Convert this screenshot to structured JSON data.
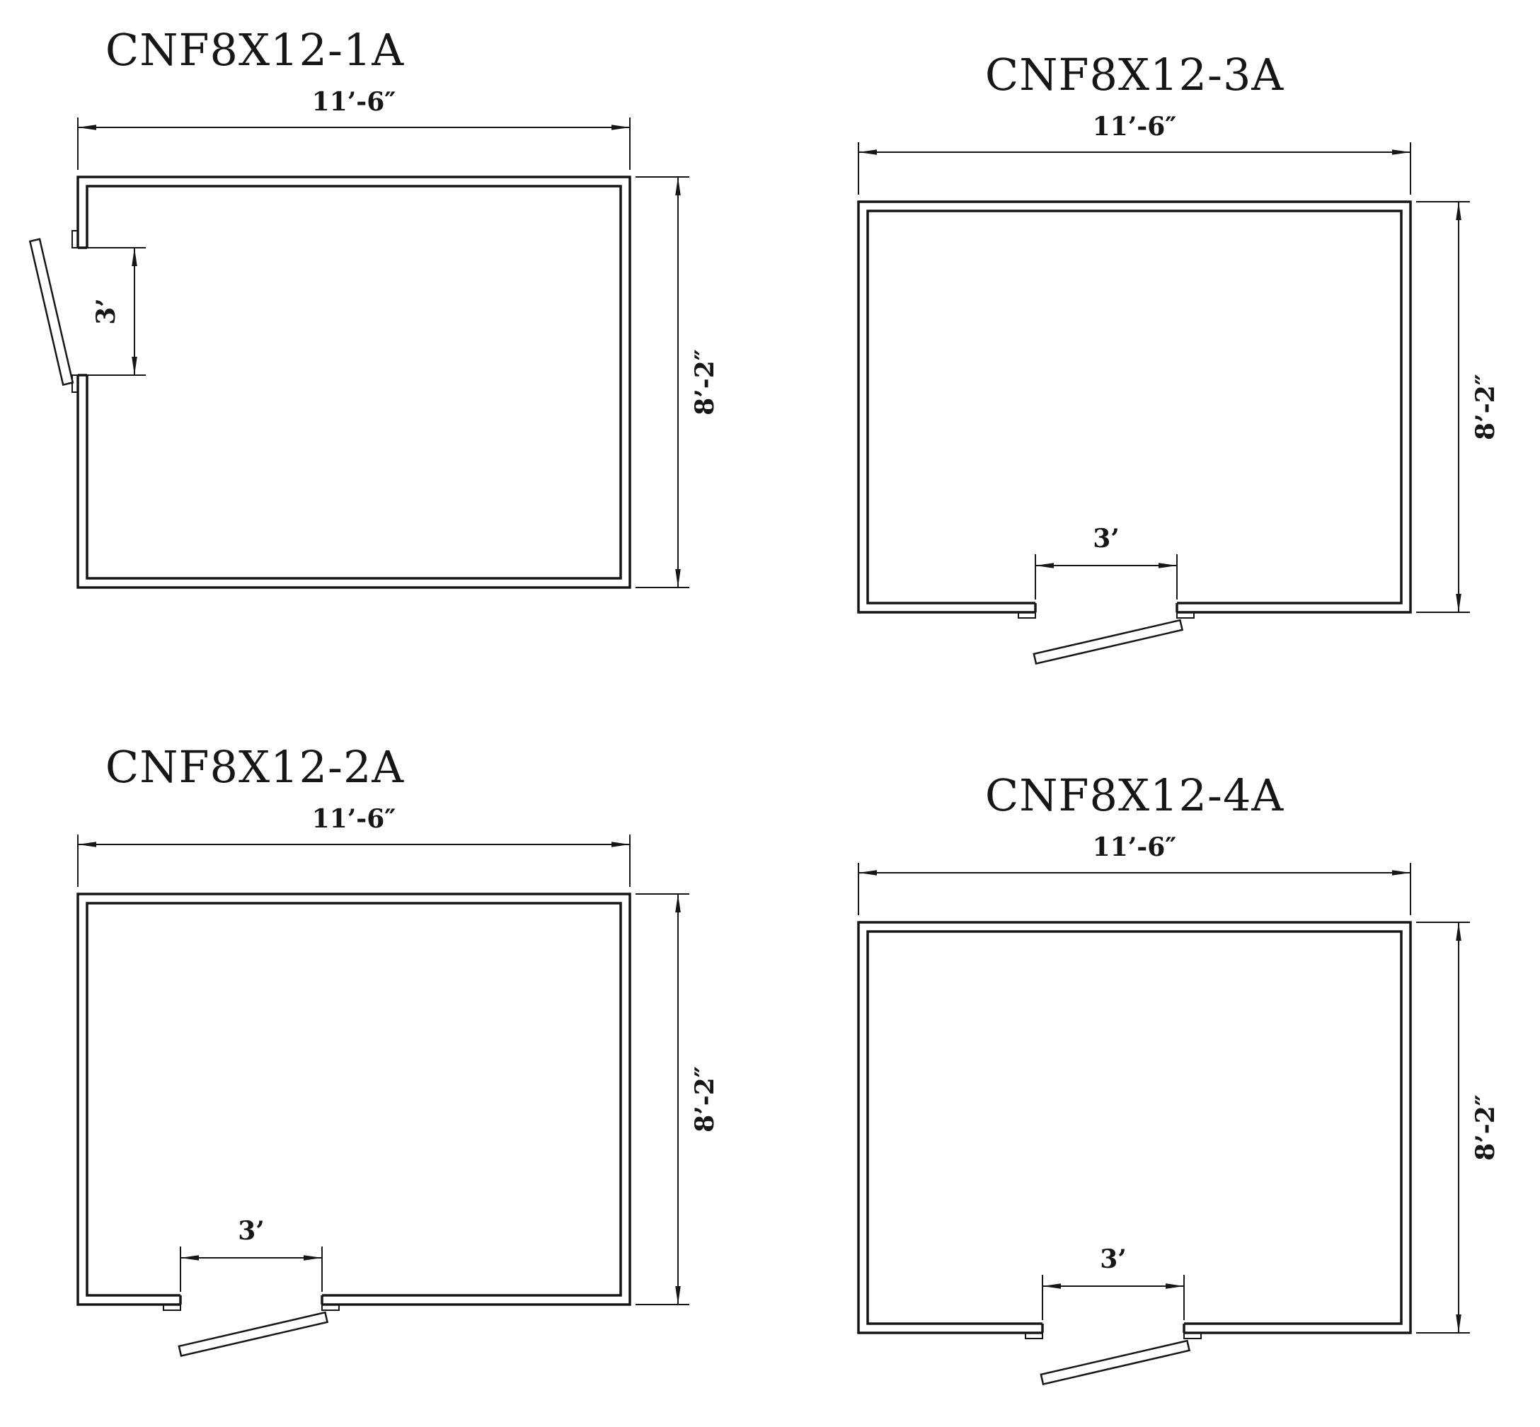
{
  "diagram": {
    "type": "walk-in cooler floor plans",
    "line_color": "#161616",
    "background": "#ffffff"
  },
  "plans": [
    {
      "title": "CNF8X12-1A",
      "width_dim": "11’-6″",
      "height_dim": "8’-2″",
      "door_dim": "3’",
      "door_side": "left"
    },
    {
      "title": "CNF8X12-3A",
      "width_dim": "11’-6″",
      "height_dim": "8’-2″",
      "door_dim": "3’",
      "door_side": "bottom"
    },
    {
      "title": "CNF8X12-2A",
      "width_dim": "11’-6″",
      "height_dim": "8’-2″",
      "door_dim": "3’",
      "door_side": "bottom"
    },
    {
      "title": "CNF8X12-4A",
      "width_dim": "11’-6″",
      "height_dim": "8’-2″",
      "door_dim": "3’",
      "door_side": "bottom"
    }
  ]
}
